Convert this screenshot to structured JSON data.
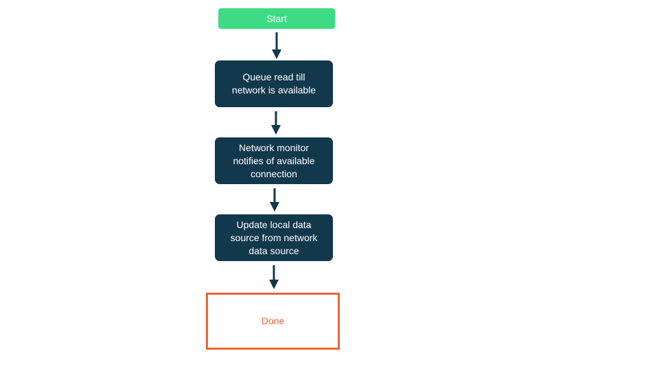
{
  "colors": {
    "background": "#ffffff",
    "start_green": "#3DDC84",
    "process_navy": "#12384C",
    "done_orange": "#EE6434",
    "connector": "#12384C",
    "node_text_light": "#ffffff"
  },
  "flowchart": {
    "title": "",
    "nodes": [
      {
        "id": "start",
        "type": "start",
        "label": "Start"
      },
      {
        "id": "queue-read",
        "type": "process",
        "label": "Queue read till network is available"
      },
      {
        "id": "network-monitor",
        "type": "process",
        "label": "Network monitor notifies of available connection"
      },
      {
        "id": "update-local",
        "type": "process",
        "label": "Update local data source from network data source"
      },
      {
        "id": "done",
        "type": "end",
        "label": "Done"
      }
    ],
    "connections": [
      {
        "from": "start",
        "to": "queue-read"
      },
      {
        "from": "queue-read",
        "to": "network-monitor"
      },
      {
        "from": "network-monitor",
        "to": "update-local"
      },
      {
        "from": "update-local",
        "to": "done"
      }
    ]
  }
}
